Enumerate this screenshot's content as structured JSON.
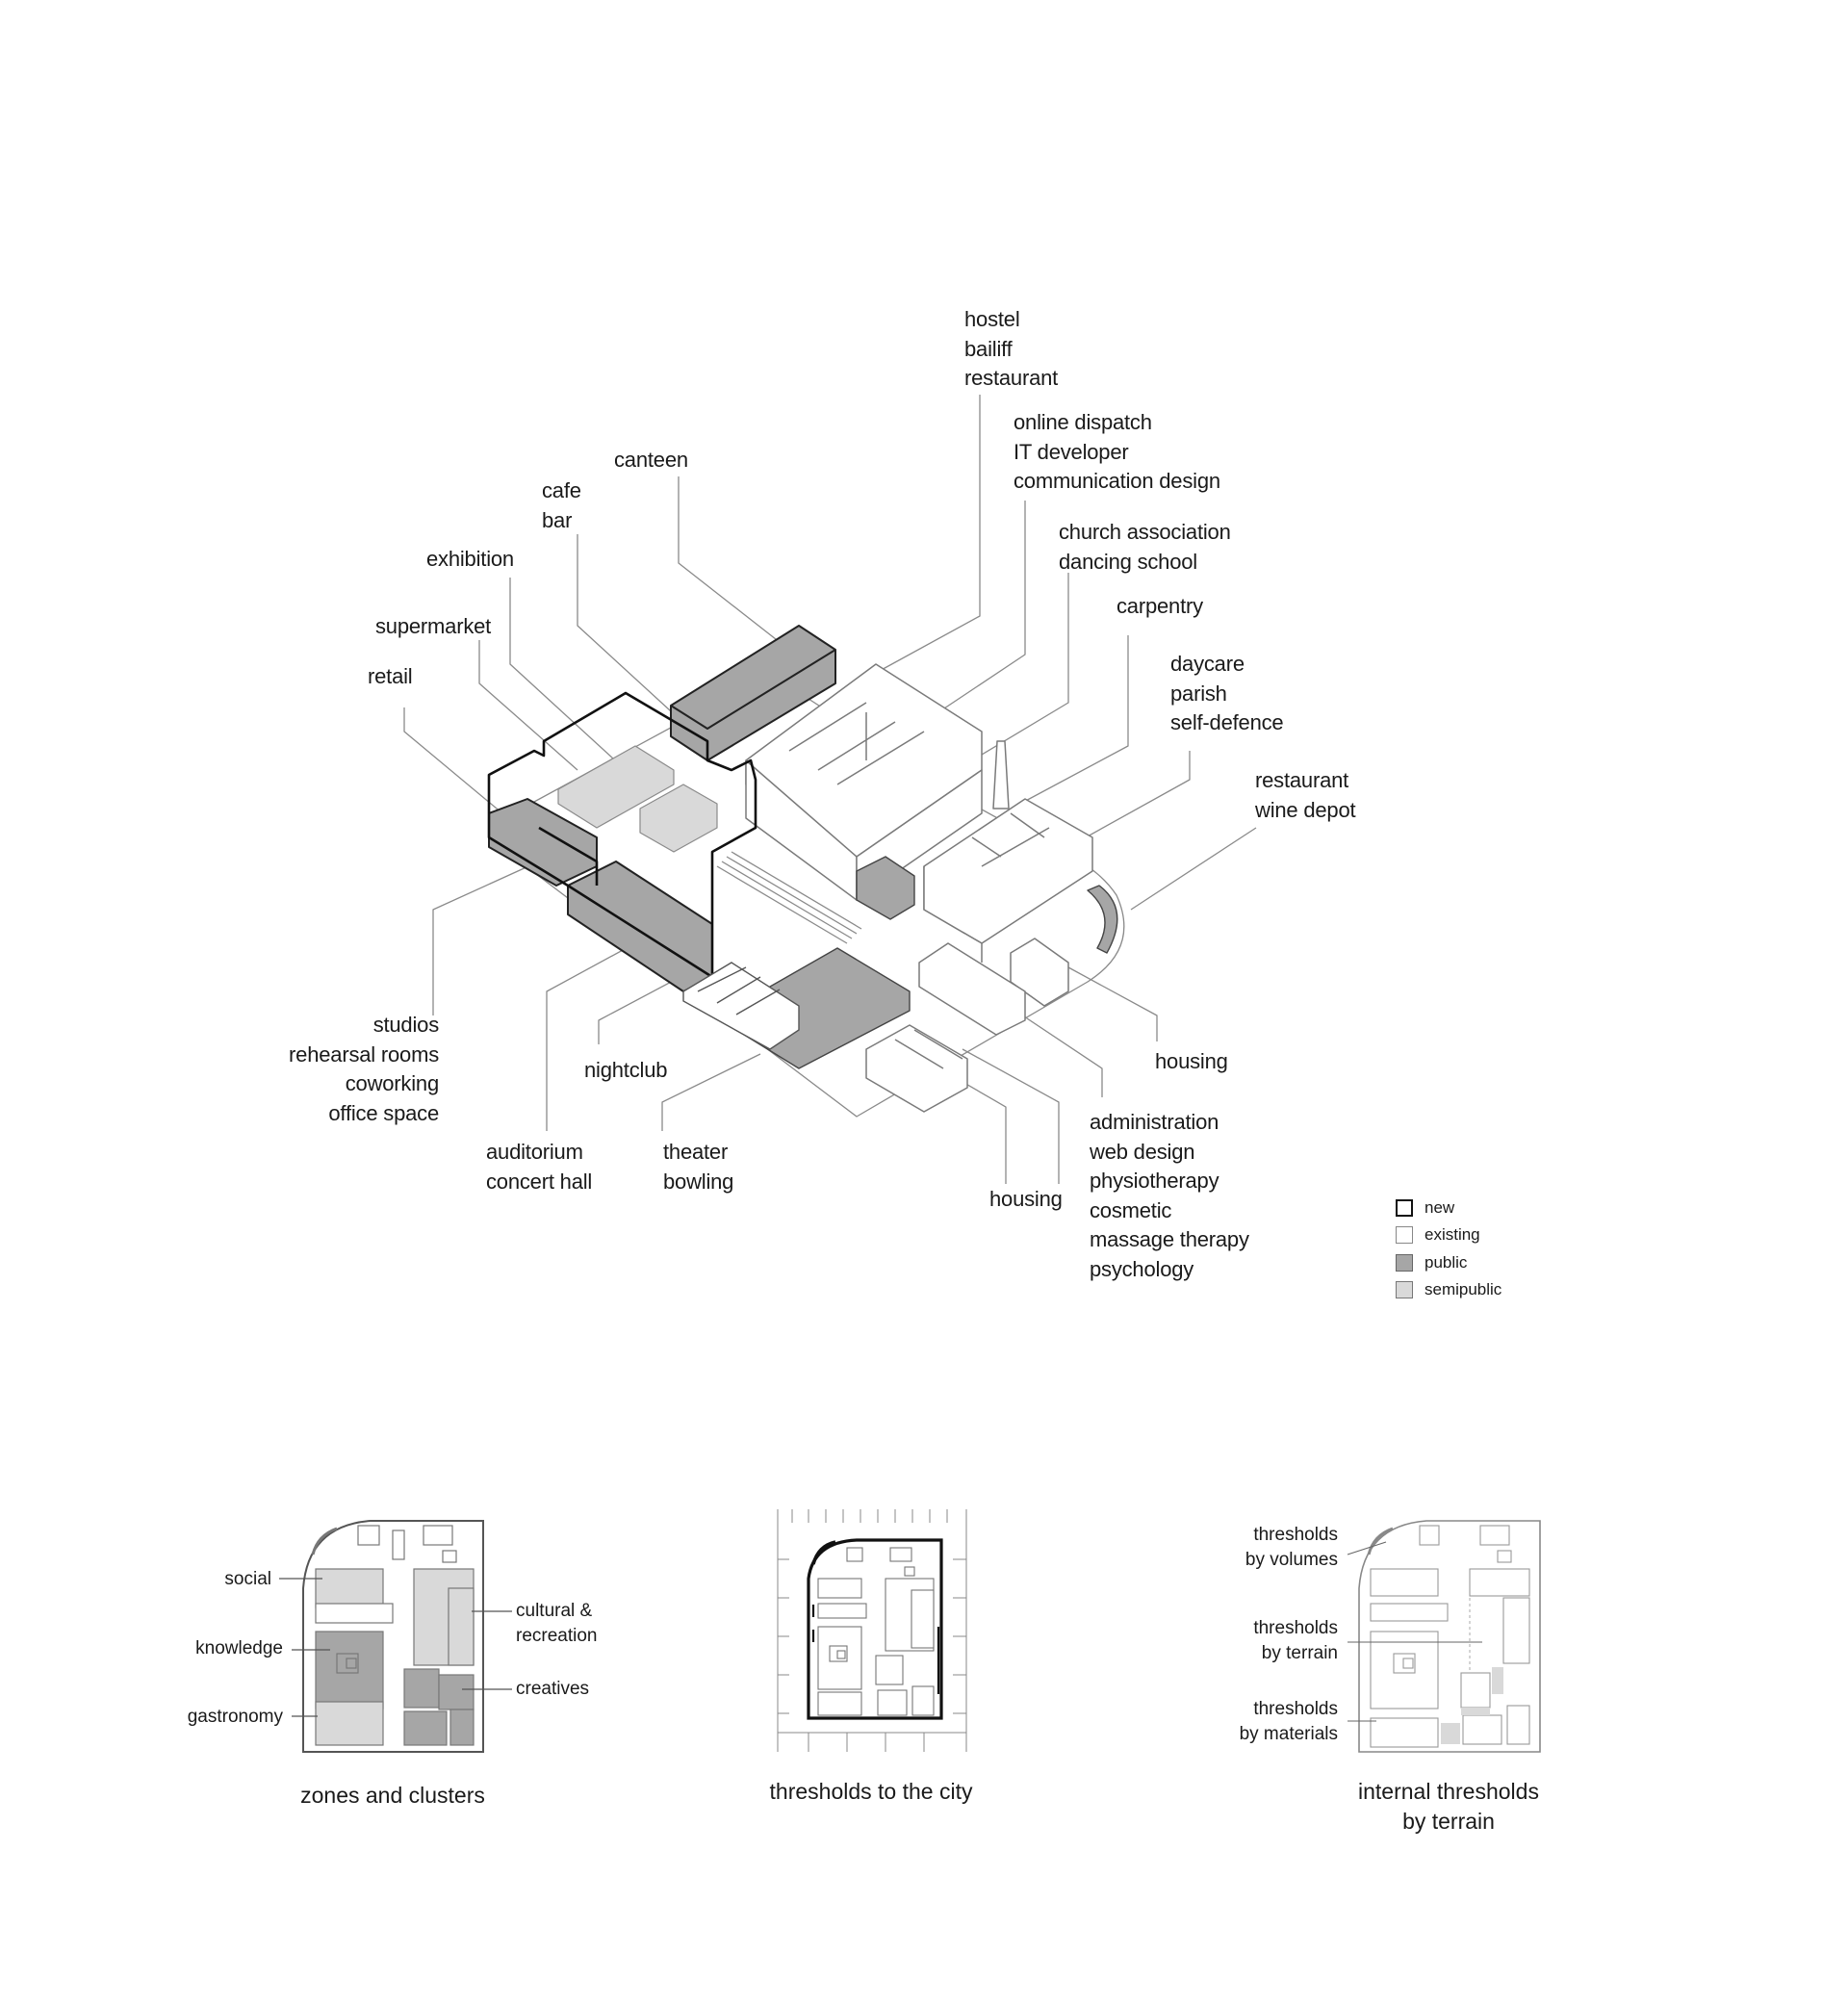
{
  "axonometric_labels": {
    "hostel": "hostel\nbailiff\nrestaurant",
    "online": "online dispatch\nIT developer\ncommunication design",
    "canteen": "canteen",
    "cafe": "cafe\nbar",
    "church": "church association\ndancing school",
    "exhibition": "exhibition",
    "carpentry": "carpentry",
    "supermarket": "supermarket",
    "daycare": "daycare\nparish\nself-defence",
    "retail": "retail",
    "restaurant_wine": "restaurant\nwine depot",
    "studios": "studios\nrehearsal rooms\ncoworking\noffice space",
    "nightclub": "nightclub",
    "housing_right": "housing",
    "auditorium": "auditorium\nconcert hall",
    "theater": "theater\nbowling",
    "housing_bottom": "housing",
    "administration": "administration\nweb design\nphysiotherapy\ncosmetic\nmassage therapy\npsychology"
  },
  "legend": [
    {
      "label": "new",
      "fill": "#ffffff",
      "border": "#111111"
    },
    {
      "label": "existing",
      "fill": "#ffffff",
      "border": "#888888"
    },
    {
      "label": "public",
      "fill": "#a6a6a6",
      "border": "#666666"
    },
    {
      "label": "semipublic",
      "fill": "#d9d9d9",
      "border": "#777777"
    }
  ],
  "plans": {
    "zones": {
      "caption": "zones and clusters",
      "labels": {
        "social": "social",
        "knowledge": "knowledge",
        "gastronomy": "gastronomy",
        "cultural": "cultural &\nrecreation",
        "creatives": "creatives"
      }
    },
    "city": {
      "caption": "thresholds to the city"
    },
    "internal": {
      "caption": "internal thresholds\nby terrain",
      "labels": {
        "volumes": "thresholds\nby volumes",
        "terrain": "thresholds\nby terrain",
        "materials": "thresholds\nby materials"
      }
    }
  },
  "colors": {
    "public": "#a6a6a6",
    "semipublic": "#d9d9d9",
    "line": "#444444"
  }
}
